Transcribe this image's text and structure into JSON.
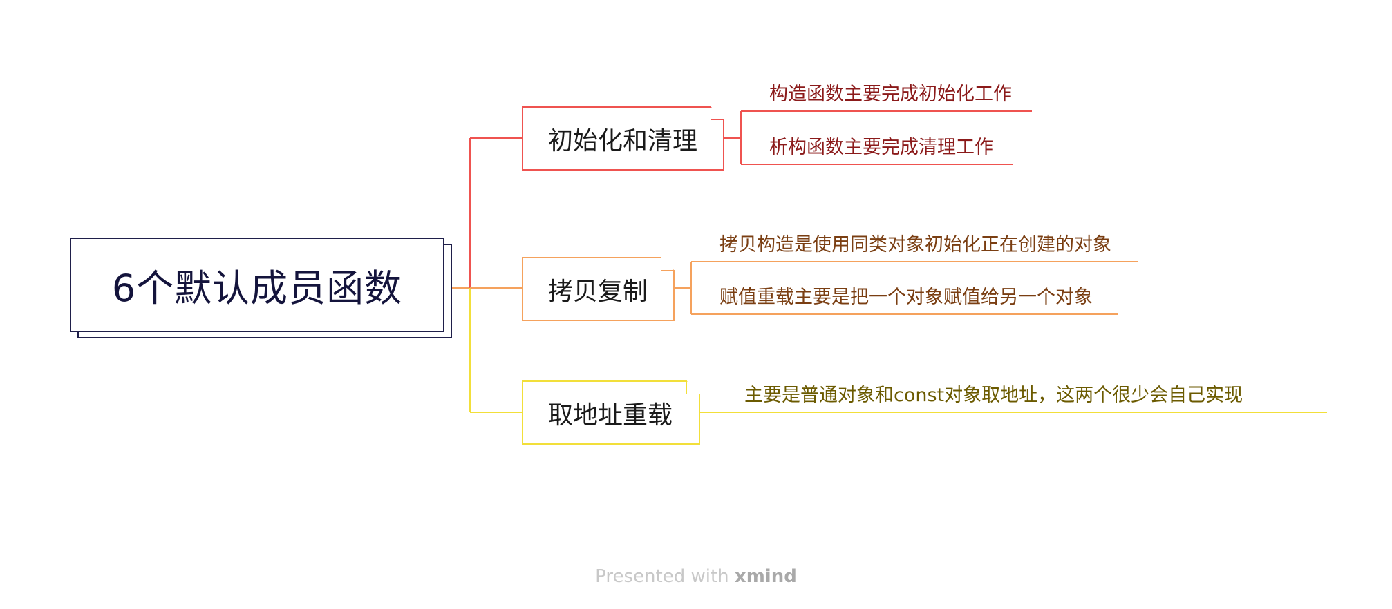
{
  "root": {
    "title": "6个默认成员函数"
  },
  "branches": [
    {
      "title": "初始化和清理",
      "color": "#ef5350",
      "text_color": "#8b1a1a",
      "leaves": [
        "构造函数主要完成初始化工作",
        "析构函数主要完成清理工作"
      ]
    },
    {
      "title": "拷贝复制",
      "color": "#f5a25d",
      "text_color": "#7a3e12",
      "leaves": [
        "拷贝构造是使用同类对象初始化正在创建的对象",
        "赋值重载主要是把一个对象赋值给另一个对象"
      ]
    },
    {
      "title": "取地址重载",
      "color": "#f2df3a",
      "text_color": "#6b5a00",
      "leaves": [
        "主要是普通对象和const对象取地址，这两个很少会自己实现"
      ]
    }
  ],
  "footer": {
    "prefix": "Presented with ",
    "brand": "xmind"
  }
}
